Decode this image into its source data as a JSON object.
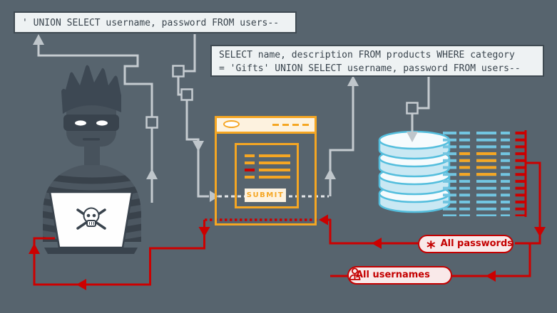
{
  "background_color": "#57646E",
  "palette": {
    "accent_orange": "#F5A623",
    "alert_red": "#CC0000",
    "line_gray": "#C5CBD0",
    "data_blue": "#72C5E1",
    "database_blue": "#54BEDD",
    "cream": "#FDF2DF"
  },
  "sql_payload_box": {
    "text": "' UNION SELECT username, password FROM users--"
  },
  "sql_query_box": {
    "line1": "SELECT name, description FROM products WHERE category",
    "line2": "= 'Gifts' UNION SELECT username, password FROM users--"
  },
  "browser": {
    "submit_label": "SUBMIT"
  },
  "badges": {
    "passwords": {
      "icon": "asterisk-icon",
      "glyph": "*",
      "label": "All passwords"
    },
    "usernames": {
      "icon": "person-icon",
      "label": "All usernames"
    }
  },
  "icons": {
    "attacker": "hacker-icon",
    "attacker_laptop": "skull-laptop-icon",
    "database": "database-icon",
    "stolen_rows": "data-grid-icon"
  }
}
